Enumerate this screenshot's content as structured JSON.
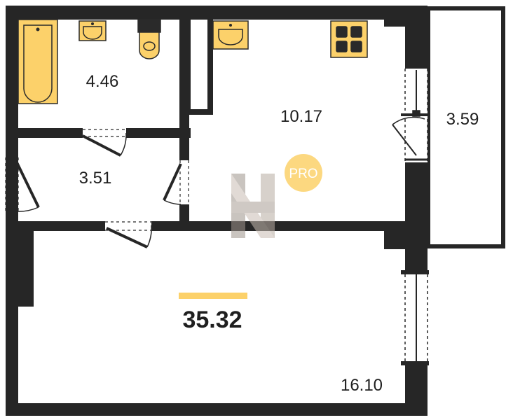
{
  "rooms": {
    "bathroom": {
      "area": "4.46"
    },
    "corridor": {
      "area": "3.51"
    },
    "kitchen": {
      "area": "10.17"
    },
    "balcony": {
      "area": "3.59"
    },
    "living_room": {
      "area": "16.10"
    }
  },
  "total_area": "35.32",
  "watermark": {
    "badge_text": "PRO"
  },
  "colors": {
    "wall": "#262626",
    "fixture_fill": "#fcd16a",
    "fixture_stroke": "#2a2a2a",
    "accent_bar": "#fcd16a",
    "badge": "#fcd16a"
  }
}
